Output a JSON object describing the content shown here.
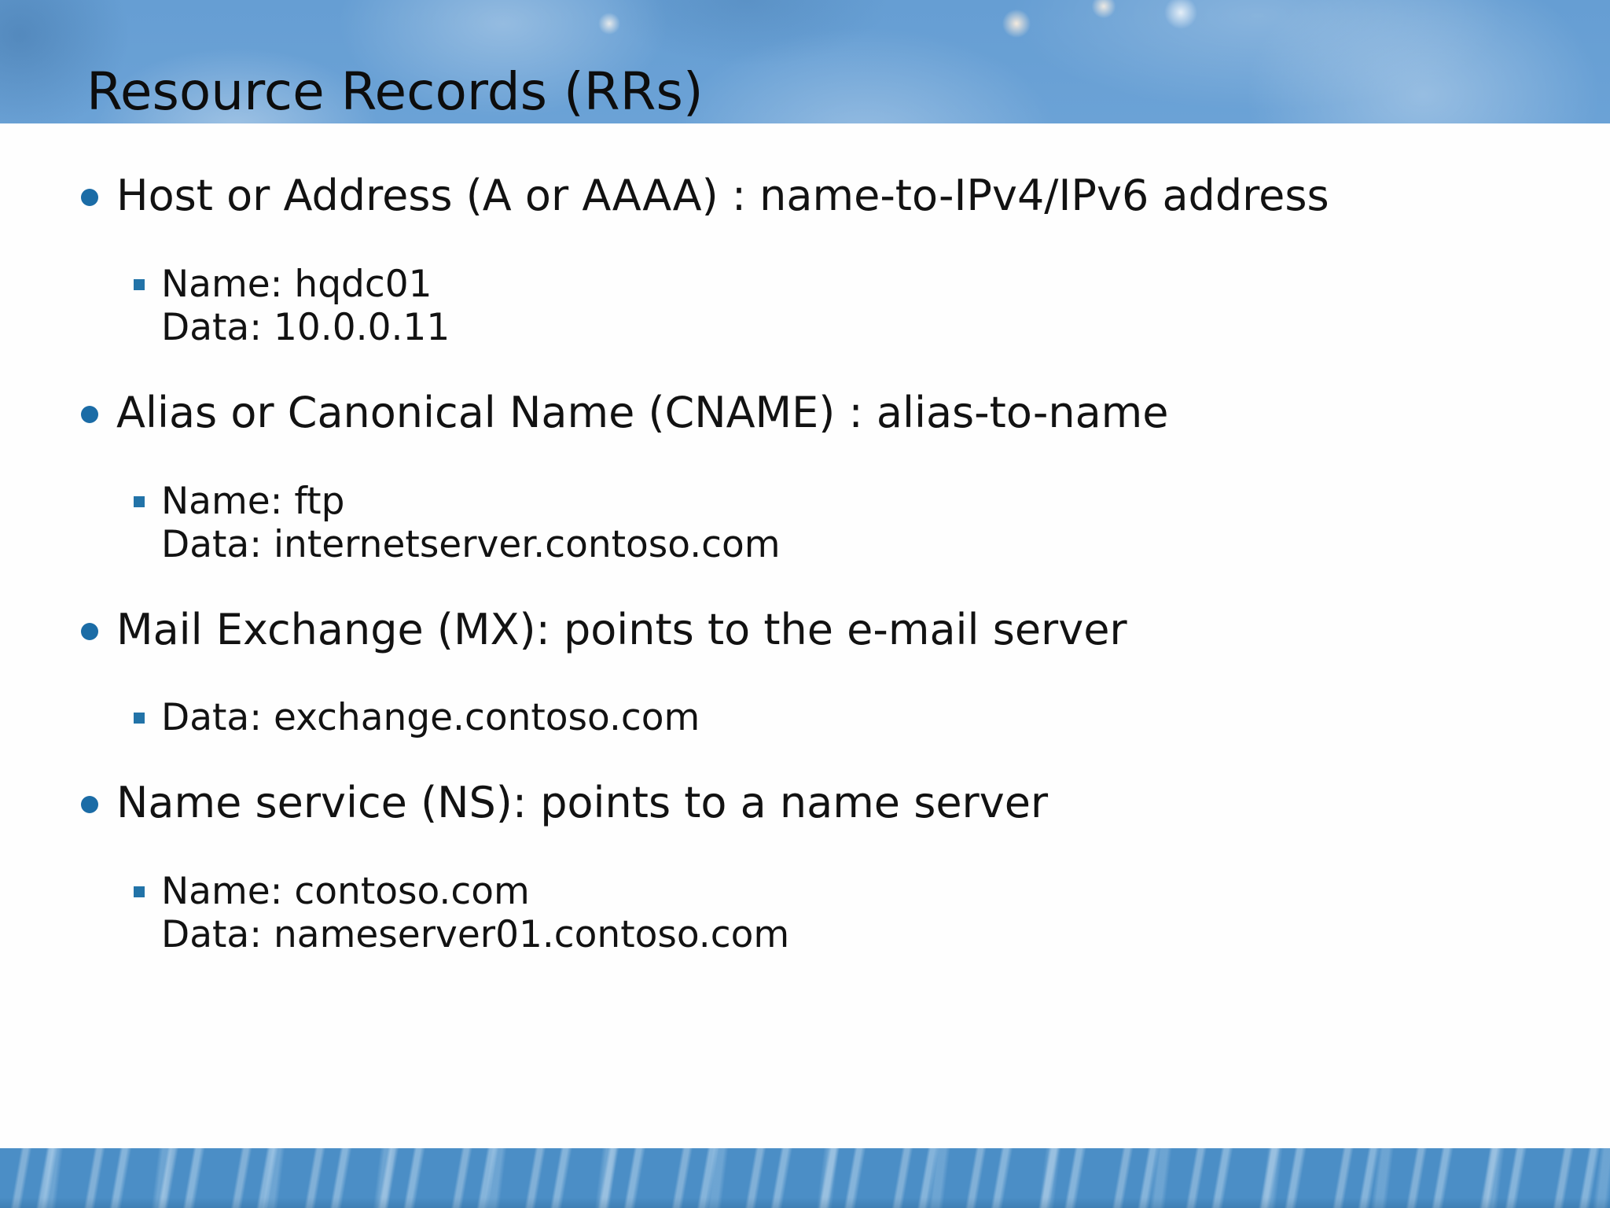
{
  "slide": {
    "title": "Resource Records (RRs)",
    "bullets": [
      {
        "text": "Host or Address (A or AAAA) : name-to-IPv4/IPv6 address",
        "sub": [
          "Name: hqdc01",
          "Data: 10.0.0.11"
        ]
      },
      {
        "text": "Alias or Canonical Name (CNAME) : alias-to-name",
        "sub": [
          "Name: ftp",
          "Data: internetserver.contoso.com"
        ]
      },
      {
        "text": "Mail Exchange (MX): points to the e-mail server",
        "sub": [
          "Data: exchange.contoso.com"
        ]
      },
      {
        "text": "Name service (NS): points to a name server",
        "sub": [
          "Name: contoso.com",
          "Data: nameserver01.contoso.com"
        ]
      }
    ],
    "colors": {
      "header_blue": "#669ed3",
      "footer_blue": "#4b8ec6",
      "bullet_dot": "#1b6ca6",
      "sub_square": "#2273a8",
      "text": "#121212"
    }
  }
}
